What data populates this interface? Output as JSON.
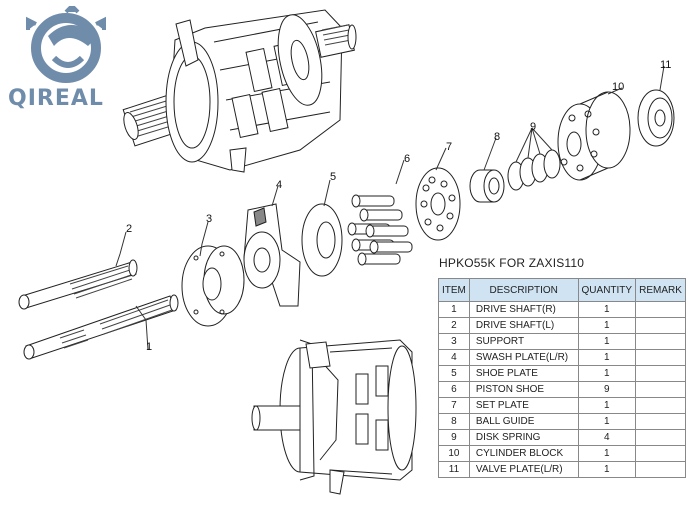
{
  "logo": {
    "text": "QIREAL"
  },
  "table": {
    "title": "HPKO55K FOR ZAXIS110",
    "headers": [
      "ITEM",
      "DESCRIPTION",
      "QUANTITY",
      "REMARK"
    ],
    "rows": [
      {
        "item": "1",
        "description": "DRIVE SHAFT(R)",
        "quantity": "1",
        "remark": ""
      },
      {
        "item": "2",
        "description": "DRIVE SHAFT(L)",
        "quantity": "1",
        "remark": ""
      },
      {
        "item": "3",
        "description": "SUPPORT",
        "quantity": "1",
        "remark": ""
      },
      {
        "item": "4",
        "description": "SWASH PLATE(L/R)",
        "quantity": "1",
        "remark": ""
      },
      {
        "item": "5",
        "description": "SHOE PLATE",
        "quantity": "1",
        "remark": ""
      },
      {
        "item": "6",
        "description": "PISTON SHOE",
        "quantity": "9",
        "remark": ""
      },
      {
        "item": "7",
        "description": "SET PLATE",
        "quantity": "1",
        "remark": ""
      },
      {
        "item": "8",
        "description": "BALL GUIDE",
        "quantity": "1",
        "remark": ""
      },
      {
        "item": "9",
        "description": "DISK SPRING",
        "quantity": "4",
        "remark": ""
      },
      {
        "item": "10",
        "description": "CYLINDER BLOCK",
        "quantity": "1",
        "remark": ""
      },
      {
        "item": "11",
        "description": "VALVE PLATE(L/R)",
        "quantity": "1",
        "remark": ""
      }
    ]
  },
  "callouts": [
    "1",
    "2",
    "3",
    "4",
    "5",
    "6",
    "7",
    "8",
    "9",
    "10",
    "11"
  ]
}
